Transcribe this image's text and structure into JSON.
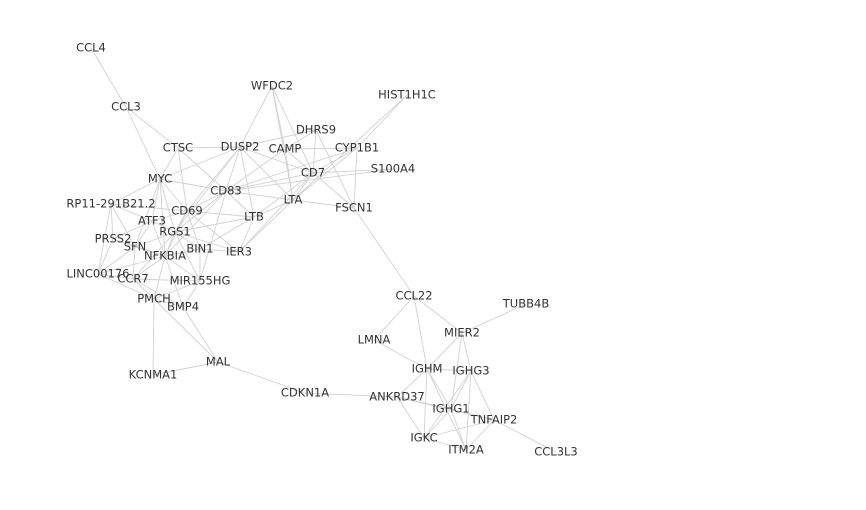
{
  "graph": {
    "colors": {
      "background": "#ffffff",
      "edge": "#d2d2d2",
      "label": "#333333"
    },
    "nodes": [
      {
        "id": "CCL4",
        "label": "CCL4"
      },
      {
        "id": "CCL3",
        "label": "CCL3"
      },
      {
        "id": "WFDC2",
        "label": "WFDC2"
      },
      {
        "id": "HIST1H1C",
        "label": "HIST1H1C"
      },
      {
        "id": "DHRS9",
        "label": "DHRS9"
      },
      {
        "id": "CTSC",
        "label": "CTSC"
      },
      {
        "id": "DUSP2",
        "label": "DUSP2"
      },
      {
        "id": "CAMP",
        "label": "CAMP"
      },
      {
        "id": "CYP1B1",
        "label": "CYP1B1"
      },
      {
        "id": "S100A4",
        "label": "S100A4"
      },
      {
        "id": "MYC",
        "label": "MYC"
      },
      {
        "id": "CD7",
        "label": "CD7"
      },
      {
        "id": "CD83",
        "label": "CD83"
      },
      {
        "id": "LTA",
        "label": "LTA"
      },
      {
        "id": "FSCN1",
        "label": "FSCN1"
      },
      {
        "id": "RP11-291B21.2",
        "label": "RP11-291B21.2"
      },
      {
        "id": "CD69",
        "label": "CD69"
      },
      {
        "id": "LTB",
        "label": "LTB"
      },
      {
        "id": "ATF3",
        "label": "ATF3"
      },
      {
        "id": "RGS1",
        "label": "RGS1"
      },
      {
        "id": "PRSS2",
        "label": "PRSS2"
      },
      {
        "id": "BIN1",
        "label": "BIN1"
      },
      {
        "id": "IER3",
        "label": "IER3"
      },
      {
        "id": "SFN",
        "label": "SFN"
      },
      {
        "id": "NFKBIA",
        "label": "NFKBIA"
      },
      {
        "id": "LINC00176",
        "label": "LINC00176"
      },
      {
        "id": "CCR7",
        "label": "CCR7"
      },
      {
        "id": "MIR155HG",
        "label": "MIR155HG"
      },
      {
        "id": "CCL22",
        "label": "CCL22"
      },
      {
        "id": "TUBB4B",
        "label": "TUBB4B"
      },
      {
        "id": "PMCH",
        "label": "PMCH"
      },
      {
        "id": "BMP4",
        "label": "BMP4"
      },
      {
        "id": "MIER2",
        "label": "MIER2"
      },
      {
        "id": "LMNA",
        "label": "LMNA"
      },
      {
        "id": "MAL",
        "label": "MAL"
      },
      {
        "id": "IGHM",
        "label": "IGHM"
      },
      {
        "id": "IGHG3",
        "label": "IGHG3"
      },
      {
        "id": "KCNMA1",
        "label": "KCNMA1"
      },
      {
        "id": "CDKN1A",
        "label": "CDKN1A"
      },
      {
        "id": "ANKRD37",
        "label": "ANKRD37"
      },
      {
        "id": "IGHG1",
        "label": "IGHG1"
      },
      {
        "id": "TNFAIP2",
        "label": "TNFAIP2"
      },
      {
        "id": "IGKC",
        "label": "IGKC"
      },
      {
        "id": "ITM2A",
        "label": "ITM2A"
      },
      {
        "id": "CCL3L3",
        "label": "CCL3L3"
      }
    ],
    "edges": [
      [
        "CCL4",
        "CCL3"
      ],
      [
        "CCL3",
        "CTSC"
      ],
      [
        "CCL3",
        "MYC"
      ],
      [
        "WFDC2",
        "DUSP2"
      ],
      [
        "WFDC2",
        "LTA"
      ],
      [
        "WFDC2",
        "CD7"
      ],
      [
        "WFDC2",
        "CAMP"
      ],
      [
        "HIST1H1C",
        "CYP1B1"
      ],
      [
        "HIST1H1C",
        "LTA"
      ],
      [
        "DHRS9",
        "CAMP"
      ],
      [
        "DHRS9",
        "CD7"
      ],
      [
        "DHRS9",
        "FSCN1"
      ],
      [
        "DHRS9",
        "DUSP2"
      ],
      [
        "CTSC",
        "DUSP2"
      ],
      [
        "CTSC",
        "MYC"
      ],
      [
        "CTSC",
        "CD83"
      ],
      [
        "CTSC",
        "CD69"
      ],
      [
        "DUSP2",
        "CD83"
      ],
      [
        "DUSP2",
        "CD69"
      ],
      [
        "DUSP2",
        "LTB"
      ],
      [
        "DUSP2",
        "CD7"
      ],
      [
        "DUSP2",
        "MYC"
      ],
      [
        "DUSP2",
        "RGS1"
      ],
      [
        "DUSP2",
        "LTA"
      ],
      [
        "CAMP",
        "CD7"
      ],
      [
        "CAMP",
        "CYP1B1"
      ],
      [
        "CAMP",
        "LTA"
      ],
      [
        "CAMP",
        "CD83"
      ],
      [
        "CYP1B1",
        "CD7"
      ],
      [
        "CYP1B1",
        "FSCN1"
      ],
      [
        "CYP1B1",
        "LTA"
      ],
      [
        "CYP1B1",
        "CD83"
      ],
      [
        "S100A4",
        "CD7"
      ],
      [
        "S100A4",
        "CD83"
      ],
      [
        "CD7",
        "LTA"
      ],
      [
        "CD7",
        "FSCN1"
      ],
      [
        "CD7",
        "CD83"
      ],
      [
        "CD7",
        "LTB"
      ],
      [
        "CD7",
        "IER3"
      ],
      [
        "CD83",
        "LTA"
      ],
      [
        "CD83",
        "LTB"
      ],
      [
        "CD83",
        "MYC"
      ],
      [
        "CD83",
        "RGS1"
      ],
      [
        "CD83",
        "NFKBIA"
      ],
      [
        "CD83",
        "MIR155HG"
      ],
      [
        "CD83",
        "CD69"
      ],
      [
        "LTA",
        "FSCN1"
      ],
      [
        "LTA",
        "LTB"
      ],
      [
        "LTA",
        "IER3"
      ],
      [
        "FSCN1",
        "CCL22"
      ],
      [
        "MYC",
        "RP11-291B21.2"
      ],
      [
        "MYC",
        "CD69"
      ],
      [
        "MYC",
        "ATF3"
      ],
      [
        "MYC",
        "RGS1"
      ],
      [
        "MYC",
        "NFKBIA"
      ],
      [
        "MYC",
        "SFN"
      ],
      [
        "RP11-291B21.2",
        "CD69"
      ],
      [
        "RP11-291B21.2",
        "ATF3"
      ],
      [
        "RP11-291B21.2",
        "PRSS2"
      ],
      [
        "RP11-291B21.2",
        "SFN"
      ],
      [
        "RP11-291B21.2",
        "LINC00176"
      ],
      [
        "CD69",
        "LTB"
      ],
      [
        "CD69",
        "ATF3"
      ],
      [
        "CD69",
        "RGS1"
      ],
      [
        "CD69",
        "BIN1"
      ],
      [
        "CD69",
        "IER3"
      ],
      [
        "CD69",
        "NFKBIA"
      ],
      [
        "LTB",
        "RGS1"
      ],
      [
        "LTB",
        "IER3"
      ],
      [
        "LTB",
        "BIN1"
      ],
      [
        "ATF3",
        "RGS1"
      ],
      [
        "ATF3",
        "PRSS2"
      ],
      [
        "ATF3",
        "SFN"
      ],
      [
        "ATF3",
        "NFKBIA"
      ],
      [
        "RGS1",
        "BIN1"
      ],
      [
        "RGS1",
        "NFKBIA"
      ],
      [
        "RGS1",
        "IER3"
      ],
      [
        "RGS1",
        "SFN"
      ],
      [
        "RGS1",
        "MIR155HG"
      ],
      [
        "RGS1",
        "CCR7"
      ],
      [
        "PRSS2",
        "SFN"
      ],
      [
        "PRSS2",
        "LINC00176"
      ],
      [
        "PRSS2",
        "NFKBIA"
      ],
      [
        "BIN1",
        "NFKBIA"
      ],
      [
        "BIN1",
        "MIR155HG"
      ],
      [
        "BIN1",
        "IER3"
      ],
      [
        "SFN",
        "NFKBIA"
      ],
      [
        "SFN",
        "LINC00176"
      ],
      [
        "SFN",
        "CCR7"
      ],
      [
        "NFKBIA",
        "LINC00176"
      ],
      [
        "NFKBIA",
        "CCR7"
      ],
      [
        "NFKBIA",
        "MIR155HG"
      ],
      [
        "NFKBIA",
        "PMCH"
      ],
      [
        "NFKBIA",
        "BMP4"
      ],
      [
        "LINC00176",
        "CCR7"
      ],
      [
        "LINC00176",
        "PMCH"
      ],
      [
        "CCR7",
        "MIR155HG"
      ],
      [
        "CCR7",
        "PMCH"
      ],
      [
        "CCR7",
        "BMP4"
      ],
      [
        "MIR155HG",
        "PMCH"
      ],
      [
        "MIR155HG",
        "BMP4"
      ],
      [
        "PMCH",
        "BMP4"
      ],
      [
        "PMCH",
        "KCNMA1"
      ],
      [
        "PMCH",
        "MAL"
      ],
      [
        "BMP4",
        "MAL"
      ],
      [
        "MAL",
        "KCNMA1"
      ],
      [
        "MAL",
        "CDKN1A"
      ],
      [
        "CDKN1A",
        "ANKRD37"
      ],
      [
        "CCL22",
        "LMNA"
      ],
      [
        "CCL22",
        "IGHM"
      ],
      [
        "CCL22",
        "MIER2"
      ],
      [
        "TUBB4B",
        "MIER2"
      ],
      [
        "MIER2",
        "IGHM"
      ],
      [
        "MIER2",
        "IGHG3"
      ],
      [
        "MIER2",
        "IGHG1"
      ],
      [
        "LMNA",
        "IGHM"
      ],
      [
        "IGHM",
        "IGHG3"
      ],
      [
        "IGHM",
        "ANKRD37"
      ],
      [
        "IGHM",
        "IGHG1"
      ],
      [
        "IGHM",
        "IGKC"
      ],
      [
        "IGHM",
        "ITM2A"
      ],
      [
        "IGHG3",
        "IGHG1"
      ],
      [
        "IGHG3",
        "TNFAIP2"
      ],
      [
        "IGHG3",
        "ITM2A"
      ],
      [
        "IGHG3",
        "IGKC"
      ],
      [
        "ANKRD37",
        "IGHG1"
      ],
      [
        "ANKRD37",
        "IGKC"
      ],
      [
        "ANKRD37",
        "TNFAIP2"
      ],
      [
        "IGHG1",
        "TNFAIP2"
      ],
      [
        "IGHG1",
        "IGKC"
      ],
      [
        "IGHG1",
        "ITM2A"
      ],
      [
        "TNFAIP2",
        "IGKC"
      ],
      [
        "TNFAIP2",
        "ITM2A"
      ],
      [
        "TNFAIP2",
        "CCL3L3"
      ],
      [
        "IGKC",
        "ITM2A"
      ]
    ]
  }
}
